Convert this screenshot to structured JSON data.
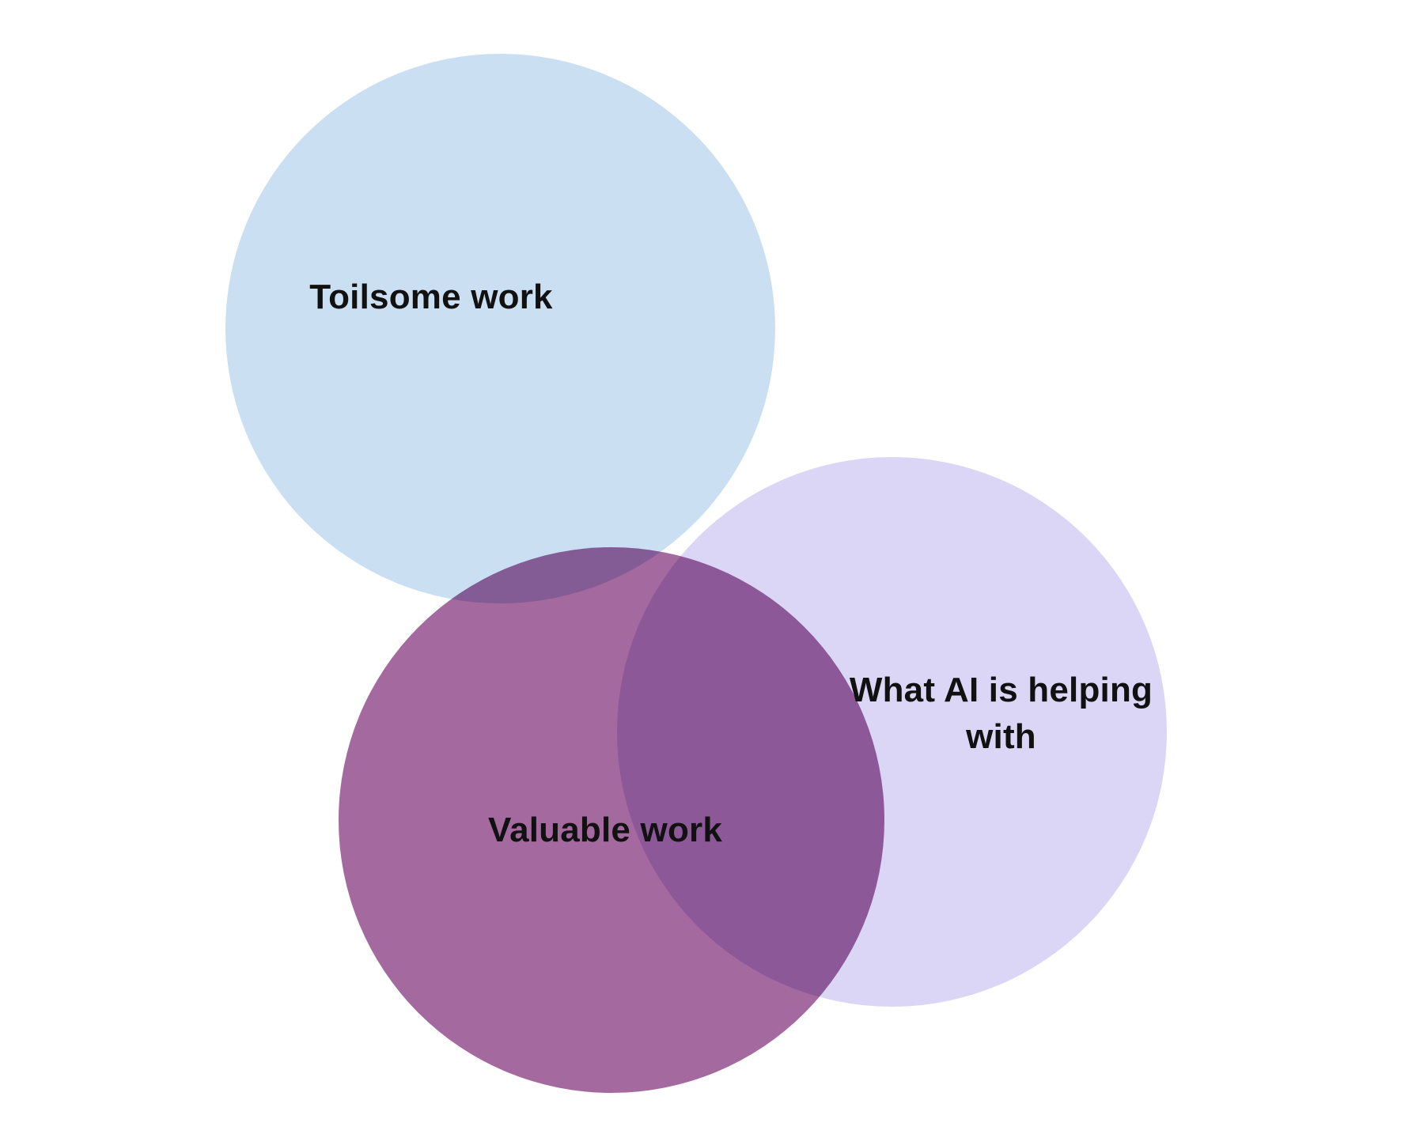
{
  "diagram": {
    "type": "venn",
    "background": "#ffffff",
    "text_color": "#111111",
    "sets": [
      {
        "id": "toilsome",
        "label": "Toilsome work",
        "color": "#cbdff3"
      },
      {
        "id": "ai_helping",
        "label": "What AI is helping with",
        "color": "#dcd6f6"
      },
      {
        "id": "valuable",
        "label": "Valuable work",
        "color": "#a4699e"
      }
    ],
    "overlaps": [
      {
        "between": [
          "toilsome",
          "valuable"
        ],
        "blend": "multiply"
      },
      {
        "between": [
          "ai_helping",
          "valuable"
        ],
        "blend": "multiply"
      },
      {
        "between": [
          "toilsome",
          "ai_helping"
        ],
        "blend": "multiply"
      },
      {
        "between": [
          "toilsome",
          "ai_helping",
          "valuable"
        ],
        "blend": "multiply"
      }
    ]
  }
}
